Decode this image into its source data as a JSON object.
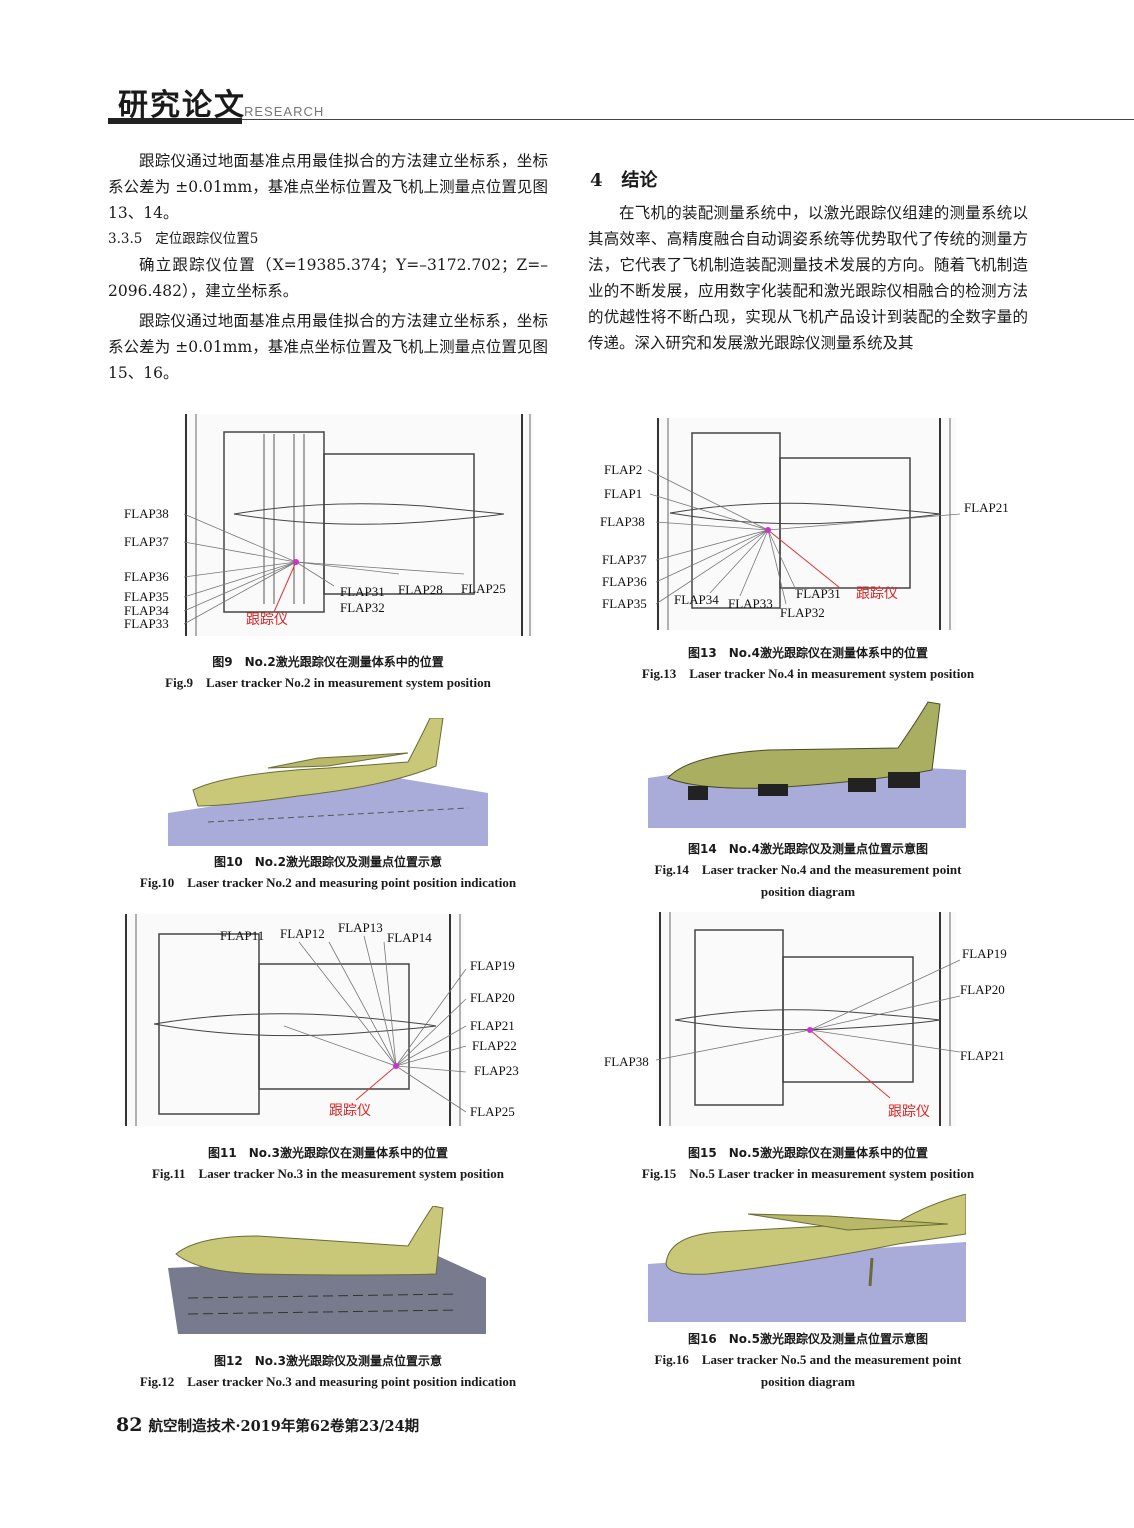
{
  "header": {
    "title": "研究论文",
    "subtitle": "RESEARCH"
  },
  "left_col": {
    "p1": "跟踪仪通过地面基准点用最佳拟合的方法建立坐标系，坐标系公差为 ±0.01mm，基准点坐标位置及飞机上测量点位置见图 13、14。",
    "h_num": "3.3.5",
    "h_text": "定位跟踪仪位置5",
    "p2": "确立跟踪仪位置（X=19385.374；Y=–3172.702；Z=–2096.482），建立坐标系。",
    "p3": "跟踪仪通过地面基准点用最佳拟合的方法建立坐标系，坐标系公差为 ±0.01mm，基准点坐标位置及飞机上测量点位置见图 15、16。"
  },
  "right_col": {
    "sec_num": "4",
    "sec_title": "结论",
    "p1": "在飞机的装配测量系统中，以激光跟踪仪组建的测量系统以其高效率、高精度融合自动调姿系统等优势取代了传统的测量方法，它代表了飞机制造装配测量技术发展的方向。随着飞机制造业的不断发展，应用数字化装配和激光跟踪仪相融合的检测方法的优越性将不断凸现，实现从飞机产品设计到装配的全数字量的传递。深入研究和发展激光跟踪仪测量系统及其"
  },
  "figures": {
    "f9": {
      "cn": "图9　No.2激光跟踪仪在测量体系中的位置",
      "en": "Fig.9　Laser tracker No.2  in measurement system position",
      "labels": [
        "FLAP38",
        "FLAP37",
        "FLAP36",
        "FLAP35",
        "FLAP34",
        "FLAP33",
        "FLAP31",
        "FLAP32",
        "FLAP28",
        "FLAP25"
      ],
      "tracker": "跟踪仪"
    },
    "f10": {
      "cn": "图10　No.2激光跟踪仪及测量点位置示意",
      "en": "Fig.10　Laser tracker No.2 and measuring point position indication"
    },
    "f11": {
      "cn": "图11　No.3激光跟踪仪在测量体系中的位置",
      "en": "Fig.11　Laser tracker No.3 in the measurement system position",
      "labels": [
        "FLAP11",
        "FLAP12",
        "FLAP13",
        "FLAP14",
        "FLAP19",
        "FLAP20",
        "FLAP21",
        "FLAP22",
        "FLAP23",
        "FLAP25"
      ],
      "tracker": "跟踪仪"
    },
    "f12": {
      "cn": "图12　No.3激光跟踪仪及测量点位置示意",
      "en": "Fig.12　Laser tracker No.3 and measuring point position indication"
    },
    "f13": {
      "cn": "图13　No.4激光跟踪仪在测量体系中的位置",
      "en": "Fig.13　Laser tracker No.4 in measurement system position",
      "labels": [
        "FLAP2",
        "FLAP1",
        "FLAP38",
        "FLAP37",
        "FLAP36",
        "FLAP35",
        "FLAP34",
        "FLAP33",
        "FLAP31",
        "FLAP32",
        "FLAP21"
      ],
      "tracker": "跟踪仪"
    },
    "f14": {
      "cn": "图14　No.4激光跟踪仪及测量点位置示意图",
      "en1": "Fig.14　Laser tracker No.4 and the measurement point",
      "en2": "position diagram"
    },
    "f15": {
      "cn": "图15　No.5激光跟踪仪在测量体系中的位置",
      "en": "Fig.15　No.5 Laser tracker in measurement system position",
      "labels": [
        "FLAP19",
        "FLAP20",
        "FLAP21",
        "FLAP38"
      ],
      "tracker": "跟踪仪"
    },
    "f16": {
      "cn": "图16　No.5激光跟踪仪及测量点位置示意图",
      "en1": "Fig.16　Laser tracker No.5 and the measurement point",
      "en2": "position diagram"
    }
  },
  "footer": {
    "page": "82",
    "journal": "航空制造技术·2019年第62卷第23/24期"
  }
}
